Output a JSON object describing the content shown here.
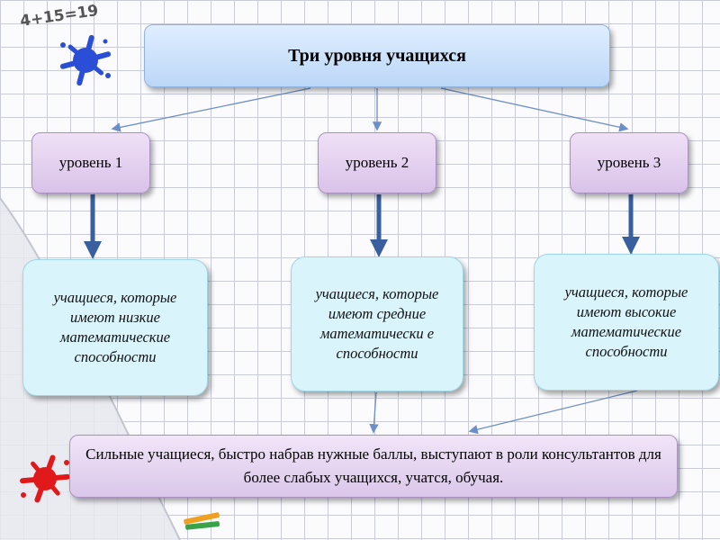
{
  "decor": {
    "formula": "4+15=19"
  },
  "title": "Три уровня учащихся",
  "levels": [
    {
      "label": "уровень 1",
      "description": "учащиеся, которые имеют низкие математические способности"
    },
    {
      "label": "уровень 2",
      "description": "учащиеся, которые имеют средние математически е способности"
    },
    {
      "label": "уровень 3",
      "description": "учащиеся, которые имеют высокие математические способности"
    }
  ],
  "conclusion": "Сильные учащиеся, быстро набрав нужные баллы, выступают в роли консультантов для более слабых учащихся, учатся, обучая.",
  "colors": {
    "thin_arrow": "#6b8fc7",
    "thick_arrow": "#3a5f9e",
    "splash_blue": "#2a4fd6",
    "splash_red": "#e01a1a"
  }
}
